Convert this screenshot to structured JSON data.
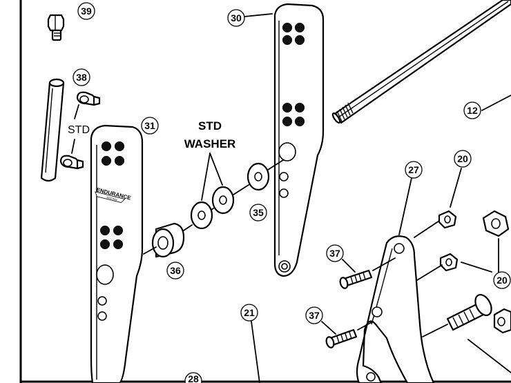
{
  "diagram": {
    "callouts": {
      "c39": "39",
      "c38": "38",
      "c30": "30",
      "c31": "31",
      "c12": "12",
      "c20a": "20",
      "c20b": "20",
      "c27": "27",
      "c35": "35",
      "c36": "36",
      "c37a": "37",
      "c37b": "37",
      "c21": "21",
      "c28": "28"
    },
    "labels": {
      "std_washer_line1": "STD",
      "std_washer_line2": "WASHER",
      "hose_clamp_std": "STD"
    },
    "logo": {
      "brand": "ENDURANCE",
      "sub": "RACING"
    }
  }
}
